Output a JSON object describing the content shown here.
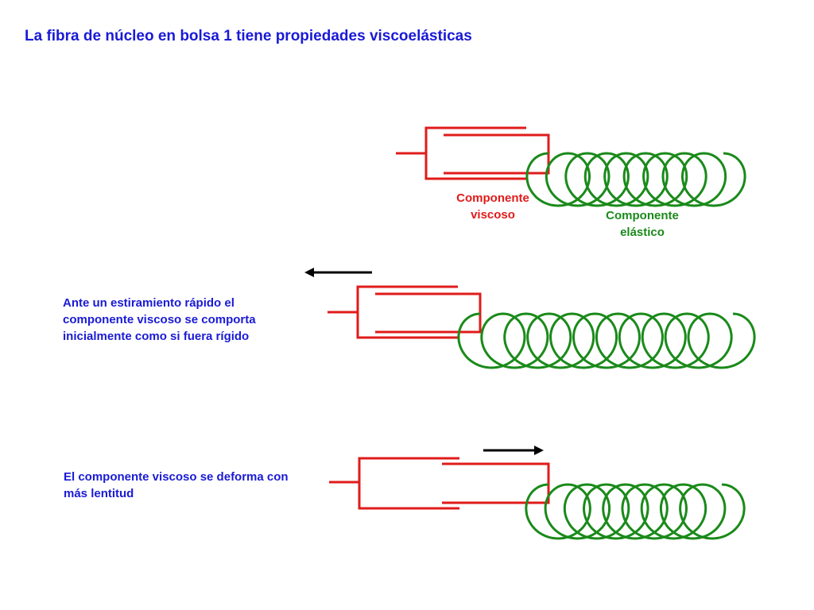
{
  "title": "La fibra de núcleo en bolsa 1 tiene propiedades viscoelásticas",
  "labels": {
    "viscous_line1": "Componente",
    "viscous_line2": "viscoso",
    "elastic_line1": "Componente",
    "elastic_line2": "elástico"
  },
  "descriptions": {
    "rapid_stretch": [
      "Ante un estiramiento rápido el",
      "componente viscoso se comporta",
      "inicialmente como si fuera rígido"
    ],
    "slow_deform": [
      "El componente viscoso se deforma con",
      "más lentitud"
    ]
  },
  "colors": {
    "title": "#1a1ad6",
    "viscous": "#e01b1b",
    "elastic": "#1a8a1a",
    "arrow": "#000000",
    "text": "#1a1ad6"
  },
  "icons": {
    "left_arrow": "arrow-left-icon",
    "right_arrow": "arrow-right-icon"
  }
}
